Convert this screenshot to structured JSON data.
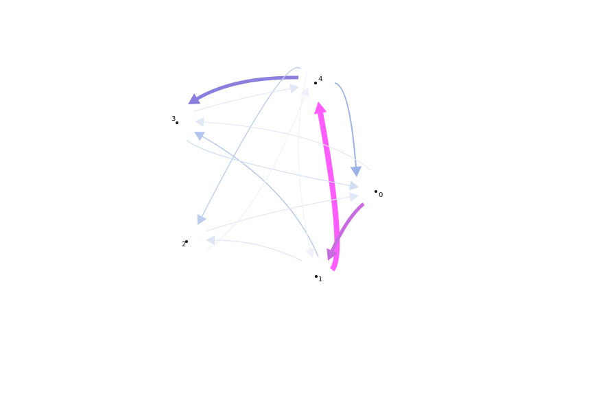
{
  "graph": {
    "nodes": [
      {
        "id": "n0",
        "label": "0"
      },
      {
        "id": "n1",
        "label": "1"
      },
      {
        "id": "n2",
        "label": "2"
      },
      {
        "id": "n3",
        "label": "3"
      },
      {
        "id": "n4",
        "label": "4"
      }
    ],
    "edges": [
      {
        "from": "4",
        "to": "3",
        "color": "#8a7fdc",
        "weight": "strong"
      },
      {
        "from": "4",
        "to": "0",
        "color": "#9ab2e6",
        "weight": "medium"
      },
      {
        "from": "1",
        "to": "4",
        "color": "#ff5cff",
        "weight": "strongest"
      },
      {
        "from": "0",
        "to": "1",
        "color": "#c86ae0",
        "weight": "strong"
      },
      {
        "from": "1",
        "to": "3",
        "color": "#b4c6ec",
        "weight": "light"
      },
      {
        "from": "4",
        "to": "2",
        "color": "#bccdee",
        "weight": "light"
      },
      {
        "from": "3",
        "to": "4",
        "color": "#e2e8f8",
        "weight": "faint"
      },
      {
        "from": "3",
        "to": "0",
        "color": "#d2ddf3",
        "weight": "faint"
      },
      {
        "from": "0",
        "to": "3",
        "color": "#e3e8f7",
        "weight": "faint"
      },
      {
        "from": "2",
        "to": "0",
        "color": "#e0e7f6",
        "weight": "faint"
      },
      {
        "from": "2",
        "to": "4",
        "color": "#eef1fa",
        "weight": "faint"
      },
      {
        "from": "1",
        "to": "2",
        "color": "#dde5f5",
        "weight": "faint"
      },
      {
        "from": "4",
        "to": "1",
        "color": "#f0f1f9",
        "weight": "faint"
      }
    ]
  }
}
